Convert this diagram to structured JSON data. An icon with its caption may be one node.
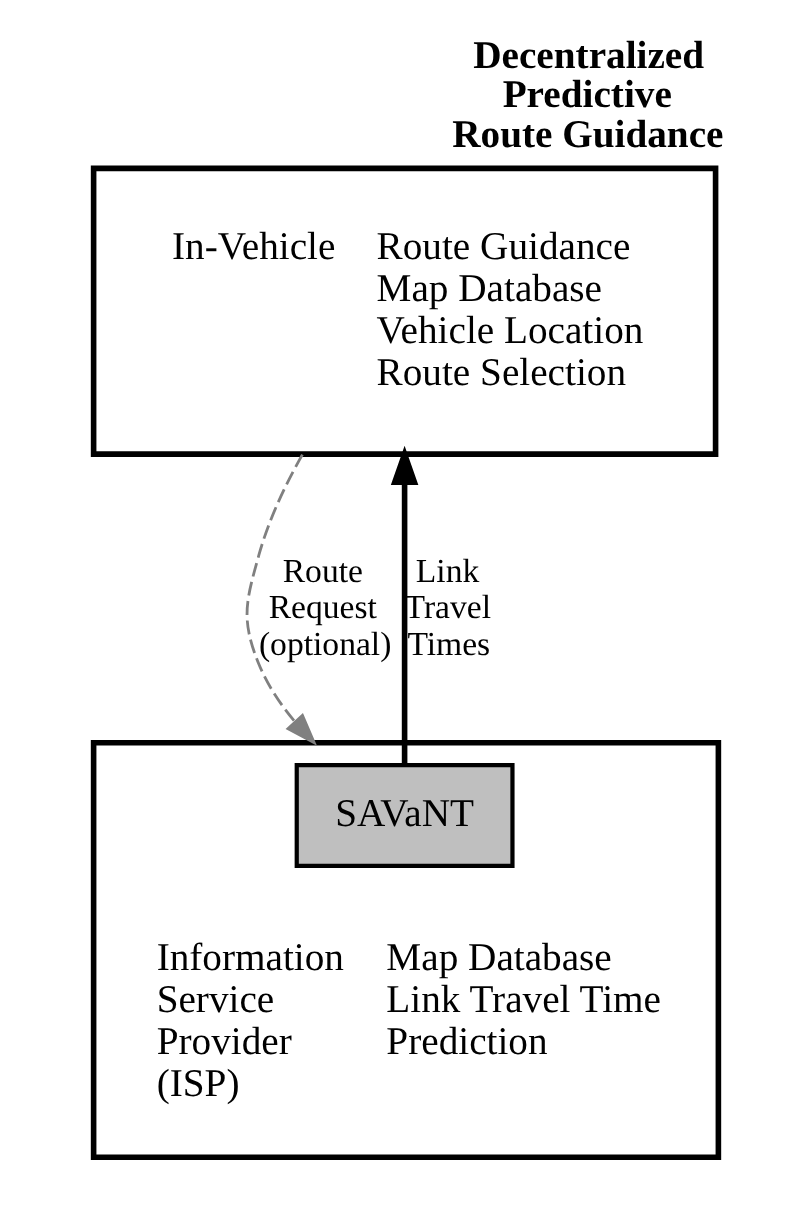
{
  "diagram": {
    "title": "Decentralized Predictive Route Guidance",
    "nodes": [
      {
        "text": [
          "In-Vehicle",
          "Route Guidance Map Database Vehicle Location Route Selection"
        ]
      },
      {
        "text": [
          "Information Service Provider (ISP)",
          "Map Database Link Travel Time Prediction"
        ]
      },
      {
        "text": [
          "SAVaNT"
        ],
        "in": 1
      }
    ],
    "edges": [
      {
        "from": 0,
        "to": 1,
        "arrow": "to",
        "label": "Route Request (optional)",
        "style": "dashed",
        "color": "#808080"
      },
      {
        "from": 1,
        "to": 0,
        "arrow": "to",
        "label": "Link Travel Times",
        "color": "#000000"
      }
    ]
  }
}
